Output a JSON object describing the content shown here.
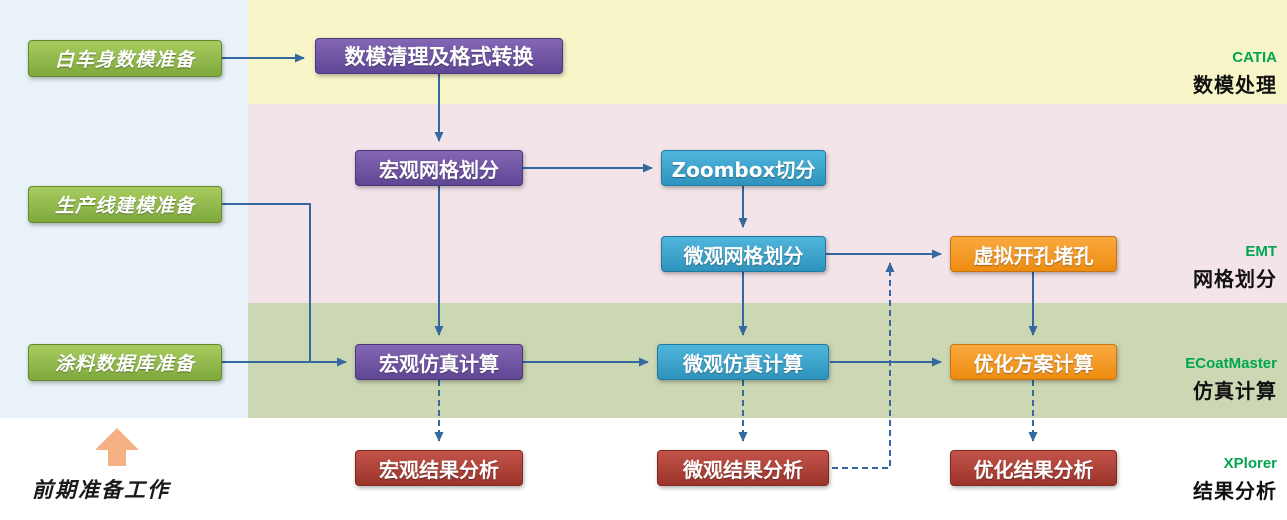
{
  "prep": {
    "boxes": [
      "白车身数模准备",
      "生产线建模准备",
      "涂料数据库准备"
    ],
    "footer": "前期准备工作"
  },
  "nodes": {
    "clean_convert": "数模清理及格式转换",
    "macro_mesh": "宏观网格划分",
    "zoombox": "Zoombox切分",
    "micro_mesh": "微观网格划分",
    "virtual_holes": "虚拟开孔堵孔",
    "macro_sim": "宏观仿真计算",
    "micro_sim": "微观仿真计算",
    "opt_sim": "优化方案计算",
    "macro_result": "宏观结果分析",
    "micro_result": "微观结果分析",
    "opt_result": "优化结果分析"
  },
  "stages": [
    {
      "tool": "CATIA",
      "label": "数模处理"
    },
    {
      "tool": "EMT",
      "label": "网格划分"
    },
    {
      "tool": "ECoatMaster",
      "label": "仿真计算"
    },
    {
      "tool": "XPlorer",
      "label": "结果分析"
    }
  ],
  "colors": {
    "left_panel": "#e9f2f9",
    "band_yellow": "#f8f6c8",
    "band_pink": "#f2e4e9",
    "band_green": "#ccd7b3",
    "arrow_blue": "#35689f",
    "node_green": "#8db94a",
    "node_purple": "#6f57a6",
    "node_blue": "#3aa4cc",
    "node_orange": "#f29a28",
    "node_red": "#ad4038",
    "tool_label_green": "#00a550",
    "up_arrow_orange": "#f5b183"
  }
}
